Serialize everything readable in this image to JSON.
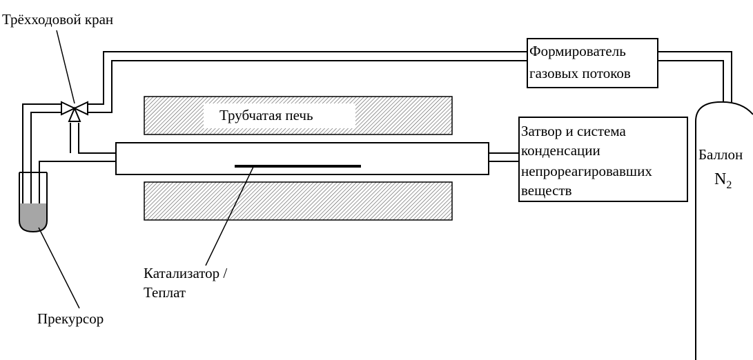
{
  "labels": {
    "valve": "Трёхходовой кран",
    "former_line1": "Формирователь",
    "former_line2": "газовых потоков",
    "furnace": "Трубчатая печь",
    "trap_line1": "Затвор и система",
    "trap_line2": "конденсации",
    "trap_line3": "непрореагировавших",
    "trap_line4": "веществ",
    "cylinder_line1": "Баллон",
    "cylinder_n": "N",
    "cylinder_sub": "2",
    "catalyst_line1": "Катализатор /",
    "catalyst_line2": "Теплат",
    "precursor": "Прекурсор"
  },
  "colors": {
    "line": "#000000",
    "liquid": "#a6a6a6",
    "hatch": "#555555",
    "background": "#ffffff"
  }
}
